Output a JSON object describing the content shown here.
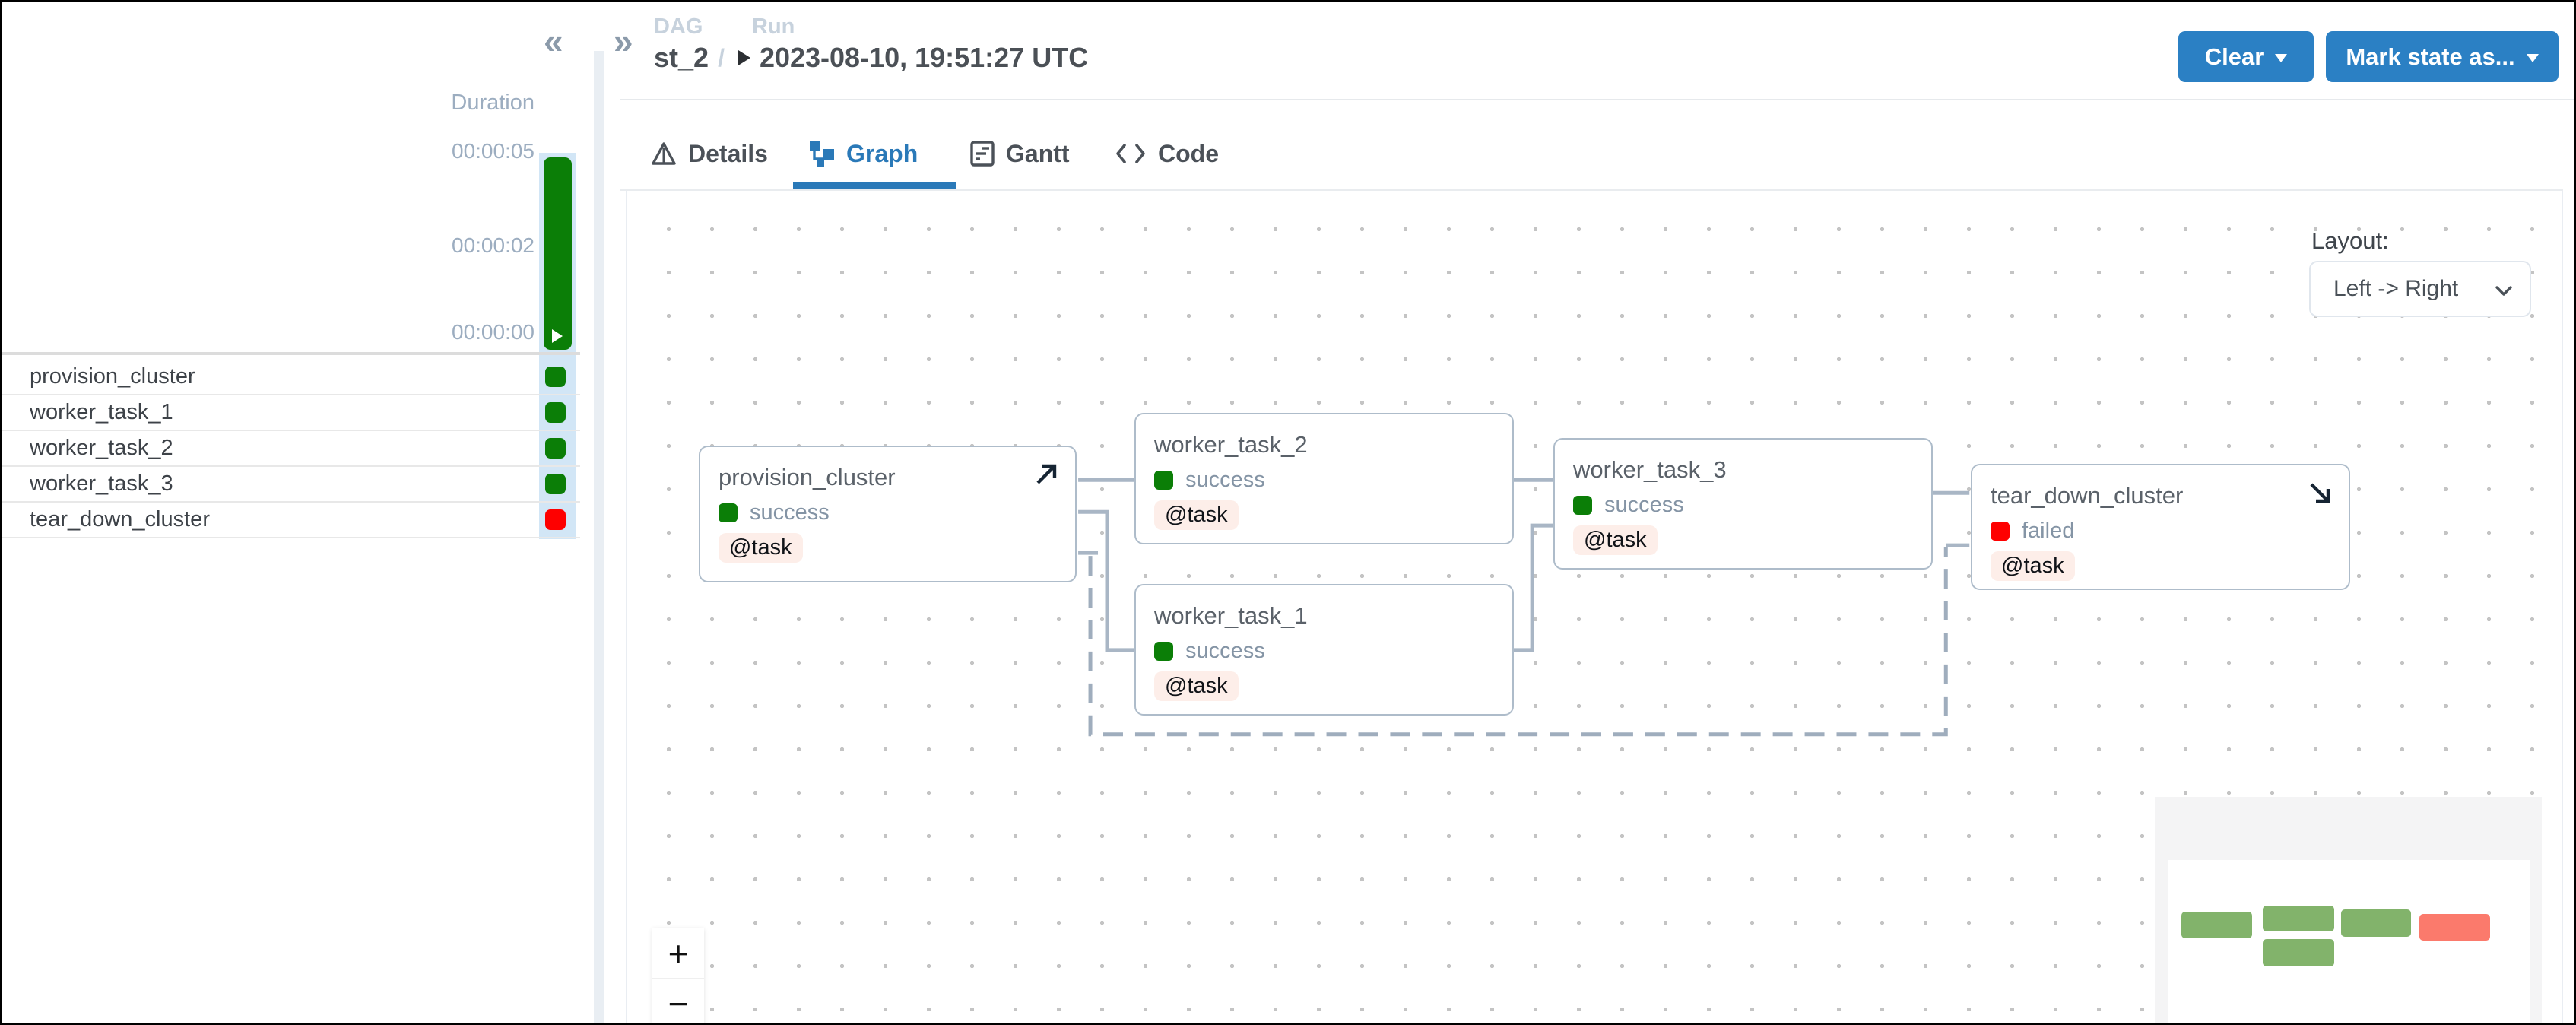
{
  "colors": {
    "accent_blue": "#2b80c4",
    "tab_active_blue": "#2a79b8",
    "success_green": "#0b7e07",
    "failed_red": "#fe0000",
    "edge_gray": "#a9b6c5",
    "badge_bg": "#fdeee9",
    "minimap_green": "#82b36b",
    "minimap_red": "#fb7a6c"
  },
  "left_panel": {
    "collapse_icon": "«",
    "duration_label": "Duration",
    "axis_ticks": [
      "00:00:05",
      "00:00:02",
      "00:00:00"
    ],
    "tasks": [
      {
        "name": "provision_cluster",
        "state": "success"
      },
      {
        "name": "worker_task_1",
        "state": "success"
      },
      {
        "name": "worker_task_2",
        "state": "success"
      },
      {
        "name": "worker_task_3",
        "state": "success"
      },
      {
        "name": "tear_down_cluster",
        "state": "failed"
      }
    ]
  },
  "header": {
    "expand_icon": "»",
    "breadcrumb": {
      "dag": "DAG",
      "run": "Run"
    },
    "dag_id": "st_2",
    "separator": "/",
    "run_timestamp": "2023-08-10, 19:51:27 UTC",
    "clear_button": "Clear",
    "mark_state_button": "Mark state as..."
  },
  "tabs": [
    {
      "label": "Details"
    },
    {
      "label": "Graph"
    },
    {
      "label": "Gantt"
    },
    {
      "label": "Code"
    }
  ],
  "graph": {
    "layout_label": "Layout:",
    "layout_value": "Left -> Right",
    "zoom_in": "+",
    "zoom_out": "−",
    "nodes": [
      {
        "title": "provision_cluster",
        "state": "success",
        "state_color": "#0b7e07",
        "badge": "@task",
        "has_expand_arrow": "up-right"
      },
      {
        "title": "worker_task_2",
        "state": "success",
        "state_color": "#0b7e07",
        "badge": "@task"
      },
      {
        "title": "worker_task_1",
        "state": "success",
        "state_color": "#0b7e07",
        "badge": "@task"
      },
      {
        "title": "worker_task_3",
        "state": "success",
        "state_color": "#0b7e07",
        "badge": "@task"
      },
      {
        "title": "tear_down_cluster",
        "state": "failed",
        "state_color": "#fe0000",
        "badge": "@task",
        "has_expand_arrow": "down-right"
      }
    ]
  }
}
